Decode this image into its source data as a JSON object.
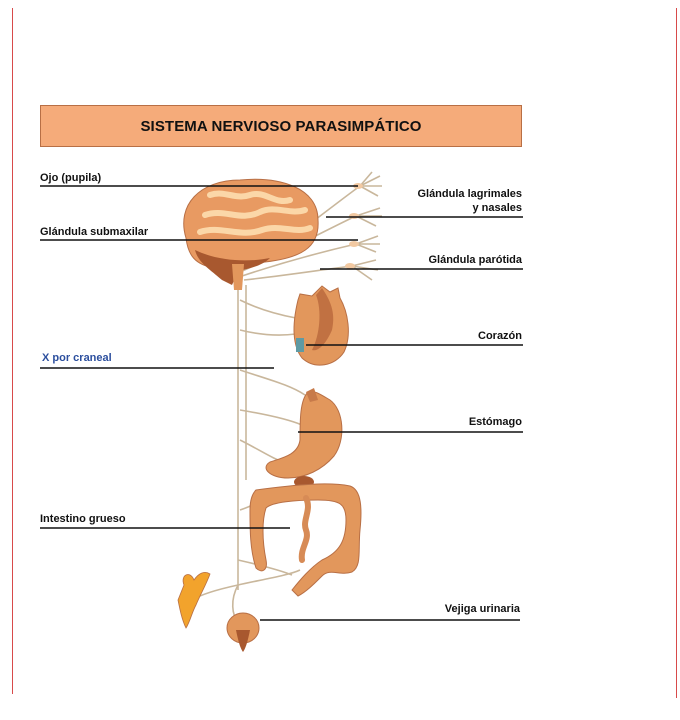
{
  "diagram": {
    "title": "SISTEMA NERVIOSO PARASIMPÁTICO",
    "labels": {
      "ojo": "Ojo (pupila)",
      "lagrimales_1": "Glándula lagrimales",
      "lagrimales_2": "y nasales",
      "submaxilar": "Glándula submaxilar",
      "parotida": "Glándula parótida",
      "corazon": "Corazón",
      "craneal": "X por craneal",
      "estomago": "Estómago",
      "intestino": "Intestino grueso",
      "vejiga": "Vejiga urinaria"
    },
    "colors": {
      "title_bg": "#f5ab7a",
      "organ": "#e2975c",
      "organ_dark": "#b5643a",
      "nerve": "#c9b79c",
      "accent_blue": "#2c4f9e",
      "margin_line": "#d84a4a"
    }
  }
}
